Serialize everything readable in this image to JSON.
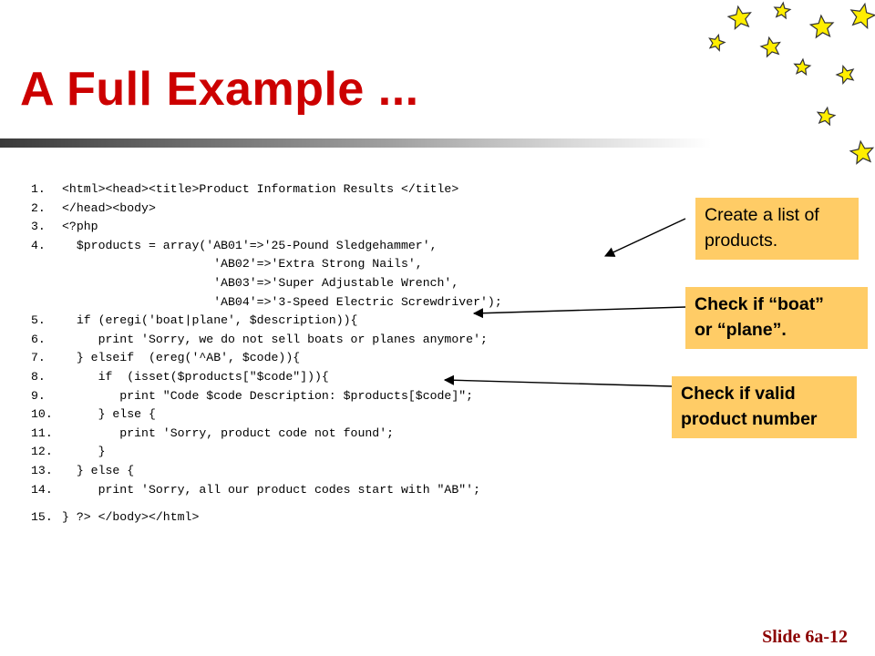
{
  "slide": {
    "title": "A Full Example ...",
    "slide_number": "Slide 6a-12"
  },
  "code": {
    "lines": [
      {
        "num": "1.",
        "text": "<html><head><title>Product Information Results </title>"
      },
      {
        "num": "2.",
        "text": "</head><body>"
      },
      {
        "num": "3.",
        "text": "<?php"
      },
      {
        "num": "4.",
        "text": "  $products = array('AB01'=>'25-Pound Sledgehammer',"
      },
      {
        "num": "",
        "text": "                     'AB02'=>'Extra Strong Nails',"
      },
      {
        "num": "",
        "text": "                     'AB03'=>'Super Adjustable Wrench',"
      },
      {
        "num": "",
        "text": "                     'AB04'=>'3-Speed Electric Screwdriver');"
      },
      {
        "num": "5.",
        "text": "  if (eregi('boat|plane', $description)){"
      },
      {
        "num": "6.",
        "text": "     print 'Sorry, we do not sell boats or planes anymore';"
      },
      {
        "num": "7.",
        "text": "  } elseif  (ereg('^AB', $code)){"
      },
      {
        "num": "8.",
        "text": "     if  (isset($products[\"$code\"])){"
      },
      {
        "num": "9.",
        "text": "        print \"Code $code Description: $products[$code]\";"
      },
      {
        "num": "10.",
        "text": "     } else {"
      },
      {
        "num": "11.",
        "text": "        print 'Sorry, product code not found';"
      },
      {
        "num": "12.",
        "text": "     }"
      },
      {
        "num": "13.",
        "text": "  } else {"
      },
      {
        "num": "14.",
        "text": "     print 'Sorry, all our product codes start with \"AB\"';"
      },
      {
        "num": "15.",
        "text": "} ?> </body></html>"
      }
    ]
  },
  "callouts": {
    "list": {
      "line1": "Create a list of",
      "line2": "products."
    },
    "boat": {
      "line1": "Check if “boat”",
      "line2": "or “plane”."
    },
    "valid": {
      "line1": "Check if valid",
      "line2": "product number"
    }
  },
  "theme": {
    "title_color": "#cc0000",
    "callout_color": "#ffcc66",
    "star_color": "#ffee00",
    "slide_number_color": "#8b0000"
  }
}
